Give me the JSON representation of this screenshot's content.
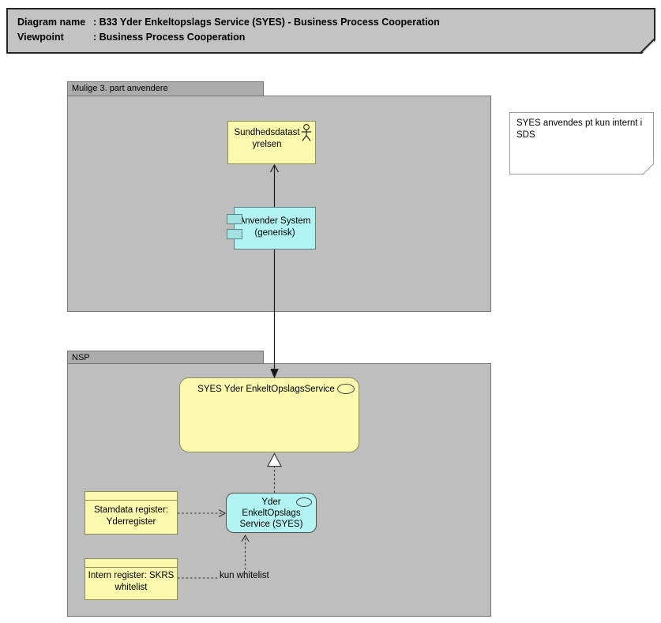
{
  "title_banner": {
    "row1": {
      "label": "Diagram name",
      "value": ": B33 Yder Enkeltopslags Service (SYES) - Business Process Cooperation"
    },
    "row2": {
      "label": "Viewpoint",
      "value": ": Business Process Cooperation"
    }
  },
  "groups": {
    "third_party": {
      "label": "Mulige 3. part anvendere"
    },
    "nsp": {
      "label": "NSP"
    }
  },
  "nodes": {
    "business_actor": {
      "line1": "Sundhedsdatast",
      "line2": "yrelsen",
      "icon": "actor-icon"
    },
    "application_component": {
      "line1": "Anvender System",
      "line2": "(generisk)",
      "icon": "component-icon"
    },
    "application_service_main": {
      "label": "SYES Yder EnkeltOpslagsService",
      "icon": "service-oval-icon"
    },
    "application_service_syes": {
      "line1": "Yder",
      "line2": "EnkeltOpslags",
      "line3": "Service (SYES)",
      "icon": "service-oval-icon"
    },
    "object_stamdata": {
      "line1": "Stamdata register:",
      "line2": "Yderregister"
    },
    "object_intern": {
      "line1": "Intern register: SKRS",
      "line2": "whitelist"
    },
    "note_syes": {
      "line1": "SYES anvendes pt kun internt i",
      "line2": "SDS"
    }
  },
  "connection_labels": {
    "kun_whitelist": "kun whitelist"
  },
  "colors": {
    "title_fill": "#c3c3c3",
    "group_fill": "#bebebe",
    "group_tab_fill": "#ababab",
    "yellow_fill": "#fbf9ae",
    "cyan_fill": "#b2f3f3",
    "note_fill": "#ffffff",
    "line_color": "#1a1a1a"
  }
}
